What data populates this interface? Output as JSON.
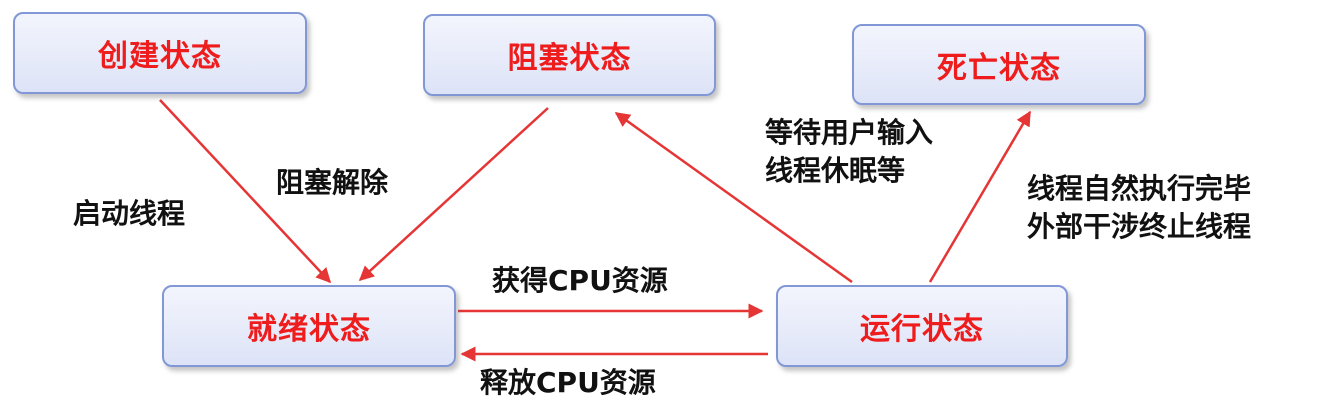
{
  "states": {
    "create": "创建状态",
    "blocked": "阻塞状态",
    "dead": "死亡状态",
    "ready": "就绪状态",
    "running": "运行状态"
  },
  "transitions": {
    "start_thread": "启动线程",
    "unblock": "阻塞解除",
    "wait_line1": "等待用户输入",
    "wait_line2": "线程休眠等",
    "finish_line1": "线程自然执行完毕",
    "finish_line2": "外部干涉终止线程",
    "acquire_cpu": "获得CPU资源",
    "release_cpu": "释放CPU资源"
  },
  "colors": {
    "state_text": "#ee1c1c",
    "arrow": "#e53535",
    "box_border": "#8197d6",
    "box_fill": "#e6eaf9"
  }
}
